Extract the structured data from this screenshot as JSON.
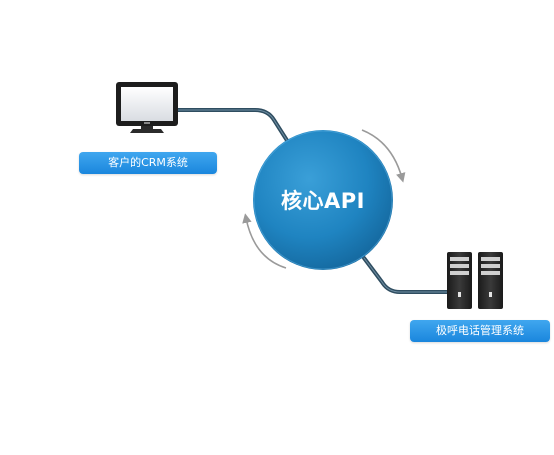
{
  "diagram": {
    "core": {
      "label": "核心API",
      "color": "#1f84c1"
    },
    "nodes": [
      {
        "label": "客户的CRM系统",
        "icon": "monitor-icon"
      },
      {
        "label": "极呼电话管理系统",
        "icon": "server-icon"
      }
    ],
    "colors": {
      "label_fill": "#2795e6",
      "connector": "#2f4d60",
      "cycle_arrow": "#999999"
    }
  }
}
